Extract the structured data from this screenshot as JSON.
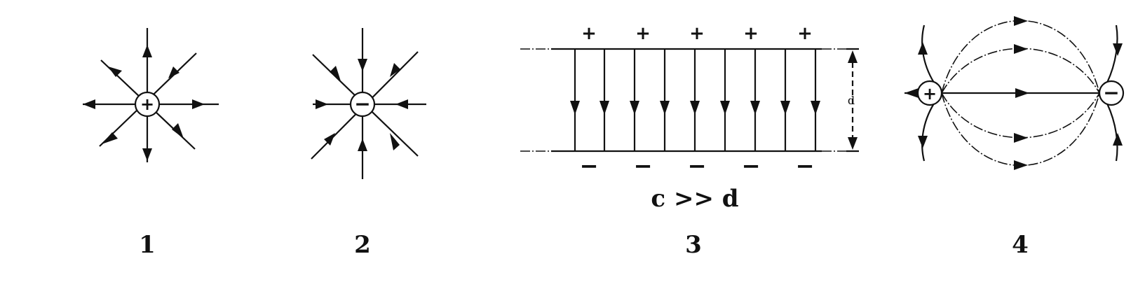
{
  "panels": [
    {
      "number": "1",
      "charge_sign": "+"
    },
    {
      "number": "2",
      "charge_sign": "−"
    },
    {
      "number": "3",
      "top_plate_sign": "+",
      "bottom_plate_sign": "−",
      "relation": "c >> d",
      "gap_label": "d"
    },
    {
      "number": "4",
      "positive_sign": "+",
      "negative_sign": "−"
    }
  ]
}
